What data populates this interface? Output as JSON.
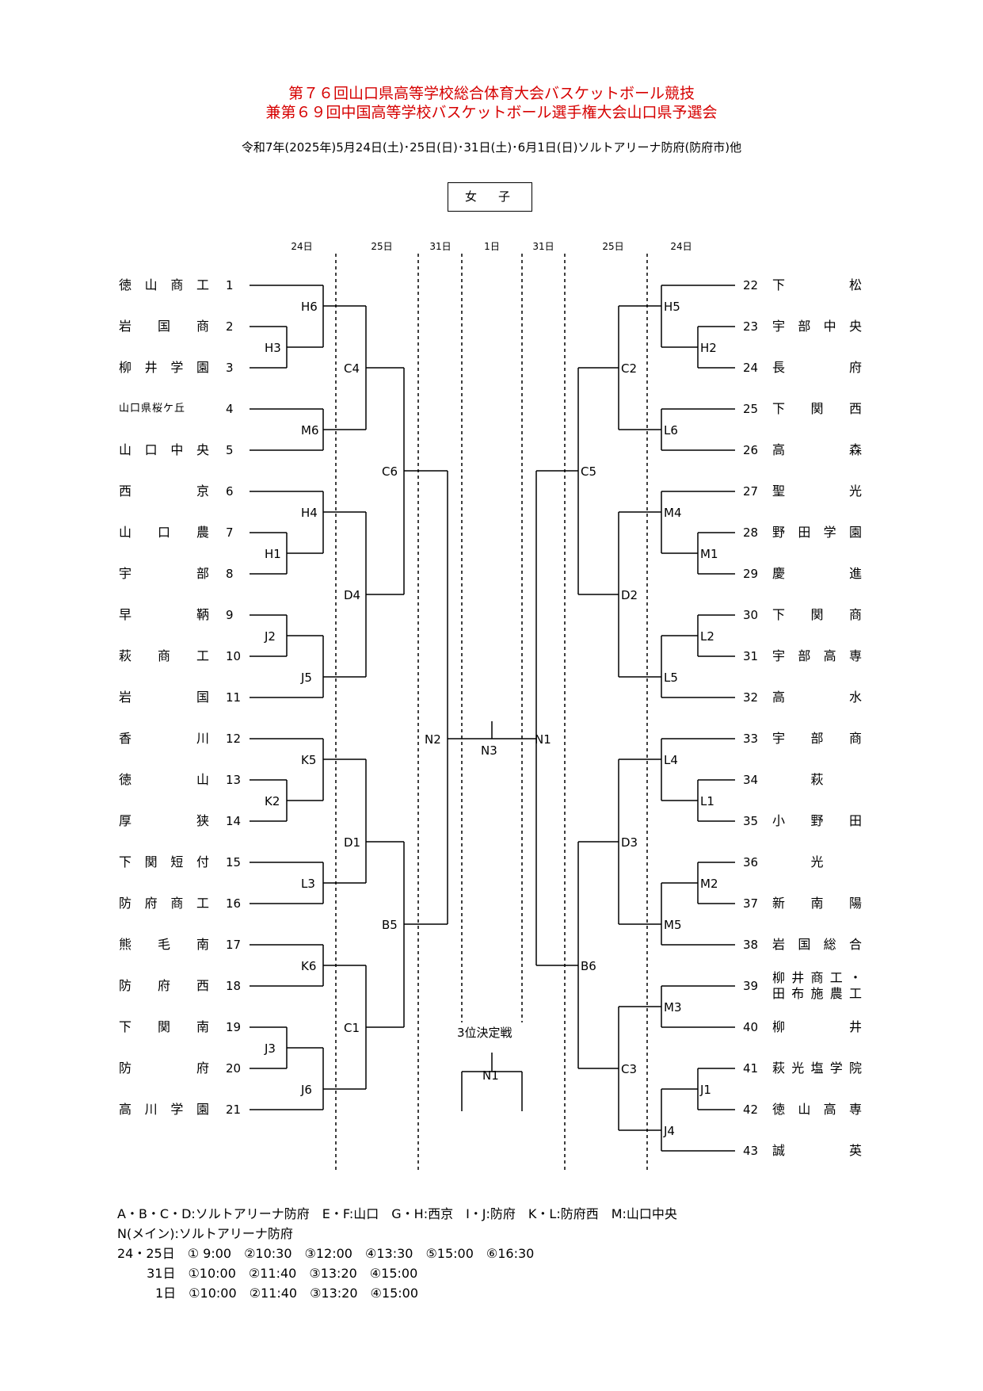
{
  "title_line1": "第７６回山口県高等学校総合体育大会バスケットボール競技",
  "title_line2": "兼第６９回中国高等学校バスケットボール選手権大会山口県予選会",
  "subtitle": "令和7年(2025年)5月24日(土)･25日(日)･31日(土)･6月1日(日)ソルトアリーナ防府(防府市)他",
  "category": "女　子",
  "day_labels": {
    "l24": "24日",
    "l25": "25日",
    "l31": "31日",
    "c1": "1日",
    "r31": "31日",
    "r25": "25日",
    "r24": "24日"
  },
  "left_teams": [
    {
      "num": "1",
      "name": "徳山商工"
    },
    {
      "num": "2",
      "name": "岩国商"
    },
    {
      "num": "3",
      "name": "柳井学園"
    },
    {
      "num": "4",
      "name": "山口県桜ケ丘"
    },
    {
      "num": "5",
      "name": "山口中央"
    },
    {
      "num": "6",
      "name": "西京"
    },
    {
      "num": "7",
      "name": "山口農"
    },
    {
      "num": "8",
      "name": "宇部"
    },
    {
      "num": "9",
      "name": "早鞆"
    },
    {
      "num": "10",
      "name": "萩商工"
    },
    {
      "num": "11",
      "name": "岩国"
    },
    {
      "num": "12",
      "name": "香川"
    },
    {
      "num": "13",
      "name": "徳山"
    },
    {
      "num": "14",
      "name": "厚狭"
    },
    {
      "num": "15",
      "name": "下関短付"
    },
    {
      "num": "16",
      "name": "防府商工"
    },
    {
      "num": "17",
      "name": "熊毛南"
    },
    {
      "num": "18",
      "name": "防府西"
    },
    {
      "num": "19",
      "name": "下関南"
    },
    {
      "num": "20",
      "name": "防府"
    },
    {
      "num": "21",
      "name": "高川学園"
    }
  ],
  "right_teams": [
    {
      "num": "22",
      "name": "下松"
    },
    {
      "num": "23",
      "name": "宇部中央"
    },
    {
      "num": "24",
      "name": "長府"
    },
    {
      "num": "25",
      "name": "下関西"
    },
    {
      "num": "26",
      "name": "高森"
    },
    {
      "num": "27",
      "name": "聖光"
    },
    {
      "num": "28",
      "name": "野田学園"
    },
    {
      "num": "29",
      "name": "慶進"
    },
    {
      "num": "30",
      "name": "下関商"
    },
    {
      "num": "31",
      "name": "宇部高専"
    },
    {
      "num": "32",
      "name": "高水"
    },
    {
      "num": "33",
      "name": "宇部商"
    },
    {
      "num": "34",
      "name": "萩"
    },
    {
      "num": "35",
      "name": "小野田"
    },
    {
      "num": "36",
      "name": "光"
    },
    {
      "num": "37",
      "name": "新南陽"
    },
    {
      "num": "38",
      "name": "岩国総合"
    },
    {
      "num": "39",
      "name": "柳井商工・",
      "name2": "田布施農工"
    },
    {
      "num": "40",
      "name": "柳井"
    },
    {
      "num": "41",
      "name": "萩光塩学院"
    },
    {
      "num": "42",
      "name": "徳山高専"
    },
    {
      "num": "43",
      "name": "誠英"
    }
  ],
  "match_labels": {
    "H6": "H6",
    "H3": "H3",
    "M6": "M6",
    "C4": "C4",
    "H4": "H4",
    "H1": "H1",
    "J2": "J2",
    "J5": "J5",
    "D4": "D4",
    "C6": "C6",
    "K5": "K5",
    "K2": "K2",
    "L3": "L3",
    "D1": "D1",
    "K6": "K6",
    "J3": "J3",
    "J6": "J6",
    "C1": "C1",
    "B5": "B5",
    "N2": "N2",
    "N3": "N3",
    "N1": "N1",
    "rH5": "H5",
    "rH2": "H2",
    "rL6": "L6",
    "rC2": "C2",
    "rM4": "M4",
    "rM1": "M1",
    "rL2": "L2",
    "rL5": "L5",
    "rD2": "D2",
    "rC5": "C5",
    "rL4": "L4",
    "rL1": "L1",
    "rM2": "M2",
    "rM5": "M5",
    "rD3": "D3",
    "rM3": "M3",
    "rJ1": "J1",
    "rJ4": "J4",
    "rC3": "C3",
    "rB6": "B6",
    "third_N1": "N1"
  },
  "third_place_label": "3位決定戦",
  "footer": {
    "line1": "A・B・C・D:ソルトアリーナ防府　E・F:山口　G・H:西京　I・J:防府　K・L:防府西　M:山口中央",
    "line2": "N(メイン):ソルトアリーナ防府",
    "line3": "24・25日　① 9:00　②10:30　③12:00　④13:30　⑤15:00　⑥16:30",
    "line4": "　　 31日　①10:00　②11:40　③13:20　④15:00",
    "line5": "　　　1日　①10:00　②11:40　③13:20　④15:00"
  }
}
